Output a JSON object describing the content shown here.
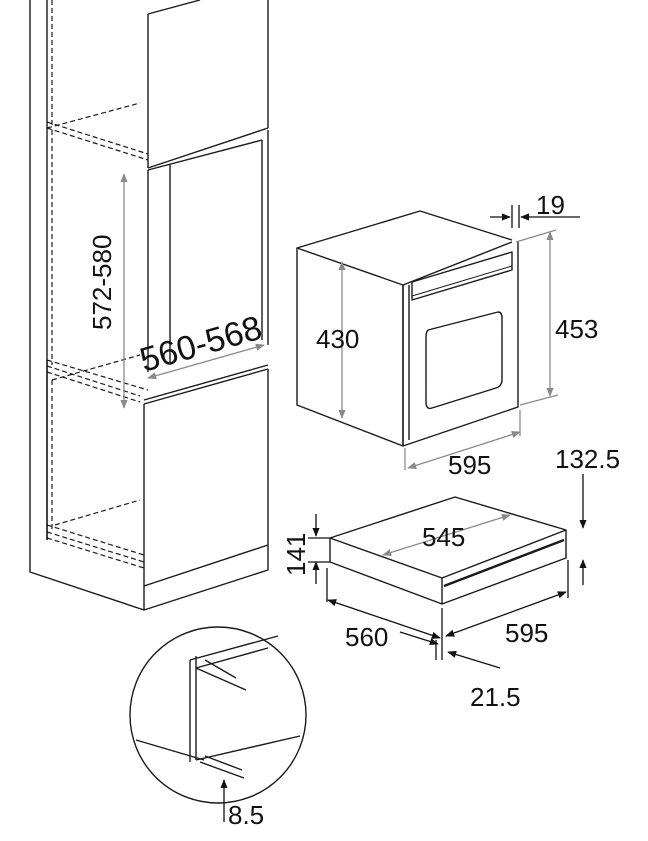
{
  "colors": {
    "line": "#1a1a1a",
    "dimension": "#8a8a8a",
    "background": "#ffffff"
  },
  "dimensions": {
    "cabinet_niche_height": "572-580",
    "cabinet_niche_width": "560-568",
    "oven_side_height": "430",
    "oven_front_height": "453",
    "oven_front_width": "595",
    "oven_panel_depth": "19",
    "drawer_total_height": "132.5",
    "drawer_inner_width": "545",
    "drawer_height": "141",
    "drawer_depth": "560",
    "drawer_front_width": "595",
    "drawer_front_offset": "21.5",
    "detail_gap": "8.5"
  }
}
